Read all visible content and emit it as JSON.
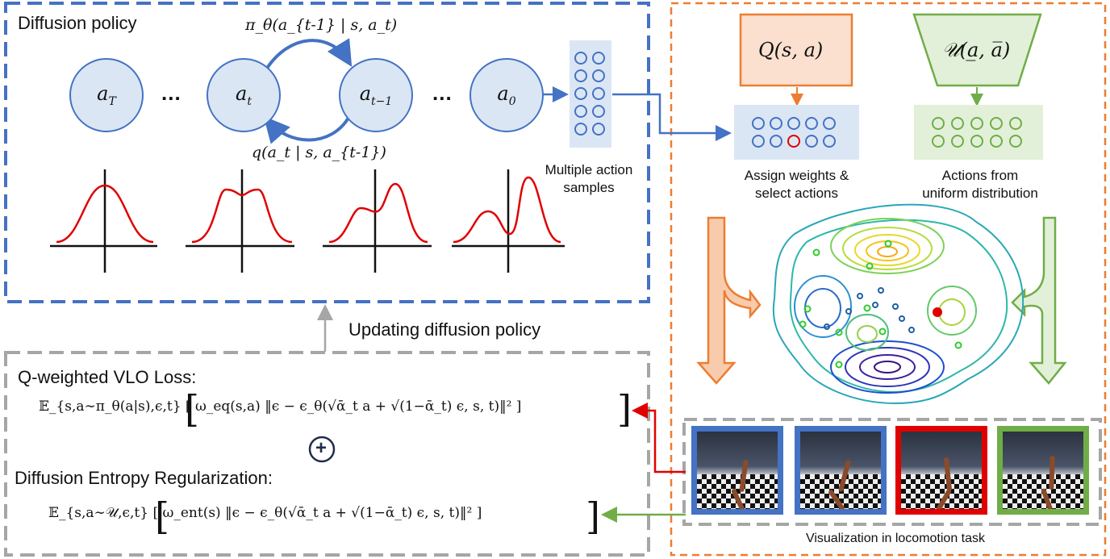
{
  "left_panel": {
    "title": "Diffusion policy",
    "nodes": [
      "a_T",
      "a_t",
      "a_{t-1}",
      "a_0"
    ],
    "forward_label": "π_θ(a_{t-1} | s, a_t)",
    "reverse_label": "q(a_t | s, a_{t-1})",
    "ellipsis": "...",
    "samples_caption": [
      "Multiple action",
      "samples"
    ]
  },
  "middle": {
    "update_label": "Updating diffusion policy"
  },
  "loss_panel": {
    "vlo_title": "Q-weighted VLO Loss:",
    "vlo_formula": "𝔼_{s,a∼π_θ(a|s),ϵ,t} [ ω_eq(s,a) ‖ϵ − ϵ_θ(√ᾱ_t a + √(1−ᾱ_t) ϵ, s, t)‖² ]",
    "plus": "+",
    "entropy_title": "Diffusion Entropy Regularization:",
    "entropy_formula": "𝔼_{s,a∼𝒰,ϵ,t} [ ω_ent(s) ‖ϵ − ϵ_θ(√ᾱ_t a + √(1−ᾱ_t) ϵ, s, t)‖² ]"
  },
  "right_panel": {
    "q_box": "Q(s, a)",
    "u_box": "𝒰(a̲, a̅)",
    "weights_caption": [
      "Assign weights &",
      "select actions"
    ],
    "uniform_caption": [
      "Actions from",
      "uniform distribution"
    ],
    "viz_caption": "Visualization in locomotion task"
  },
  "colors": {
    "blue": "#4472c4",
    "orange": "#ed7d31",
    "green": "#70ad47",
    "gray": "#a6a6a6",
    "red": "#e00000"
  }
}
